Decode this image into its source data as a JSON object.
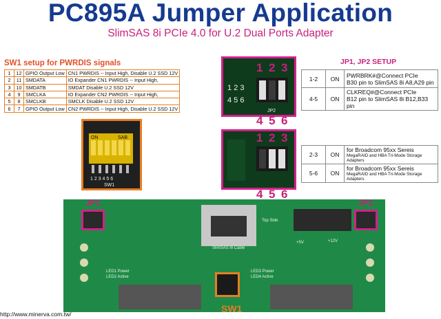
{
  "header": {
    "title": "PC895A Jumper Application",
    "subtitle": "SlimSAS 8i PCIe 4.0 for U.2 Dual Ports Adapter"
  },
  "sw1": {
    "heading": "SW1 setup  for PWRDIS signals",
    "rows": [
      {
        "a": "1",
        "b": "12",
        "signal": "GPIO Output Low",
        "desc": "CN1 PWRDIS -- Input High, Disable U.2 SSD 12V"
      },
      {
        "a": "2",
        "b": "11",
        "signal": "SMDATA",
        "desc": "IO Expander     CN1 PWRDIS -- Input High,"
      },
      {
        "a": "3",
        "b": "10",
        "signal": "SMDATB",
        "desc": "SMDAT            Disable U.2 SSD 12V"
      },
      {
        "a": "4",
        "b": "9",
        "signal": "SMCLKA",
        "desc": "IO Expander     CN2 PWRDIS -- Input High,"
      },
      {
        "a": "5",
        "b": "8",
        "signal": "SMCLKB",
        "desc": "SMCLK             Disable U.2 SSD 12V"
      },
      {
        "a": "6",
        "b": "7",
        "signal": "GPIO Output Low",
        "desc": "CN2 PWRDIS -- Input High, Disable U.2 SSD 12V"
      }
    ],
    "photo_text_on": "ON",
    "photo_text_sab": "SAB",
    "photo_pins": "1 2 3 4 5 6",
    "photo_label": "SW1",
    "board_label": "SW1"
  },
  "jp_photos": {
    "top_numbers": [
      "1",
      "2",
      "3"
    ],
    "bottom_numbers": [
      "4",
      "5",
      "6"
    ],
    "silk_row1": "1 2 3",
    "silk_row2": "4 5 6",
    "silk_jp": "JP2"
  },
  "jp_setup": {
    "title": "JP1, JP2 SETUP",
    "table_a": [
      {
        "pins": "1-2",
        "state": "ON",
        "line1": "PWRBRK#@Connect PCIe",
        "line2": "B30 pin to SlimSAS 8i A8,A29 pin"
      },
      {
        "pins": "4-5",
        "state": "ON",
        "line1": "CLKREQ#@Connect PCIe",
        "line2": "B12 pin to SlimSAS 8i B12,B33 pin"
      }
    ],
    "table_b": [
      {
        "pins": "2-3",
        "state": "ON",
        "line1": "for Broadcom 95xx Sereis",
        "line2": "MegaRAID and HBA Tri-Mode Storage Adapters"
      },
      {
        "pins": "5-6",
        "state": "ON",
        "line1": "for Broadcom 95xx Sereis",
        "line2": "MegaRAID and HBA Tri-Mode Storage Adapters"
      }
    ]
  },
  "board": {
    "jp1_label": "JP1",
    "jp2_label": "JP2",
    "top_side": "Top Side",
    "slimsas": "SlimSAS 8i Cable",
    "v12": "+12V",
    "v5": "+5V",
    "led1": "LED1 Power",
    "led2": "LED2 Active",
    "led3": "LED3 Power",
    "led4": "LED4 Active"
  },
  "footer": {
    "website": "http://www.minerva.com.tw/"
  },
  "colors": {
    "title_blue": "#163a8f",
    "accent_pink": "#c8207a",
    "accent_orange": "#e67e22",
    "pcb_green": "#1f8a47"
  }
}
